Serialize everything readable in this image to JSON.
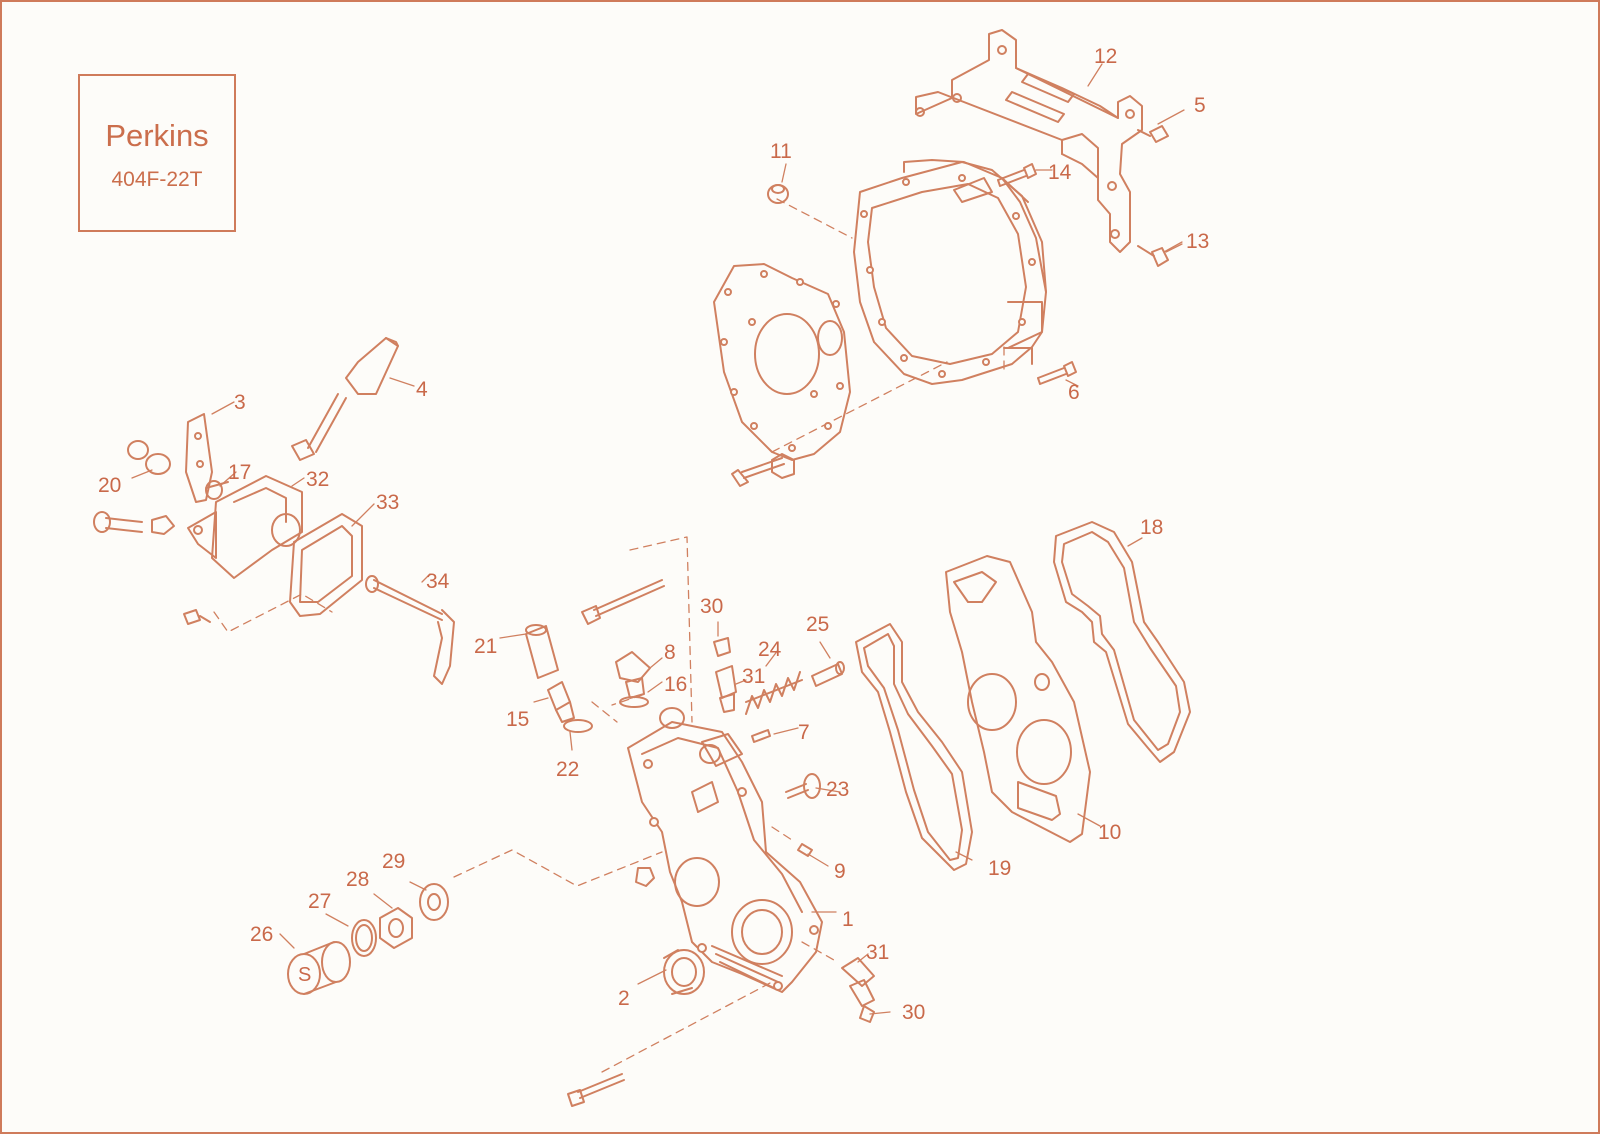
{
  "title_box": {
    "brand": "Perkins",
    "model": "404F-22T"
  },
  "colors": {
    "line": "#d08060",
    "label": "#c9694a",
    "frame": "#cf7b5b",
    "background": "#fdfcf9"
  },
  "part_labels": [
    {
      "id": "l1",
      "text": "1"
    },
    {
      "id": "l2",
      "text": "2"
    },
    {
      "id": "l3",
      "text": "3"
    },
    {
      "id": "l4",
      "text": "4"
    },
    {
      "id": "l5",
      "text": "5"
    },
    {
      "id": "l6",
      "text": "6"
    },
    {
      "id": "l7",
      "text": "7"
    },
    {
      "id": "l8",
      "text": "8"
    },
    {
      "id": "l9",
      "text": "9"
    },
    {
      "id": "l10",
      "text": "10"
    },
    {
      "id": "l11",
      "text": "11"
    },
    {
      "id": "l12",
      "text": "12"
    },
    {
      "id": "l13",
      "text": "13"
    },
    {
      "id": "l14",
      "text": "14"
    },
    {
      "id": "l15",
      "text": "15"
    },
    {
      "id": "l16",
      "text": "16"
    },
    {
      "id": "l17",
      "text": "17"
    },
    {
      "id": "l18",
      "text": "18"
    },
    {
      "id": "l19",
      "text": "19"
    },
    {
      "id": "l20",
      "text": "20"
    },
    {
      "id": "l21",
      "text": "21"
    },
    {
      "id": "l22",
      "text": "22"
    },
    {
      "id": "l23",
      "text": "23"
    },
    {
      "id": "l24",
      "text": "24"
    },
    {
      "id": "l25",
      "text": "25"
    },
    {
      "id": "l26",
      "text": "26"
    },
    {
      "id": "l27",
      "text": "27"
    },
    {
      "id": "l28",
      "text": "28"
    },
    {
      "id": "l29",
      "text": "29"
    },
    {
      "id": "l30a",
      "text": "30"
    },
    {
      "id": "l30b",
      "text": "30"
    },
    {
      "id": "l31a",
      "text": "31"
    },
    {
      "id": "l31b",
      "text": "31"
    },
    {
      "id": "l32",
      "text": "32"
    },
    {
      "id": "l33",
      "text": "33"
    },
    {
      "id": "l34",
      "text": "34"
    }
  ],
  "seal_letter": "S"
}
